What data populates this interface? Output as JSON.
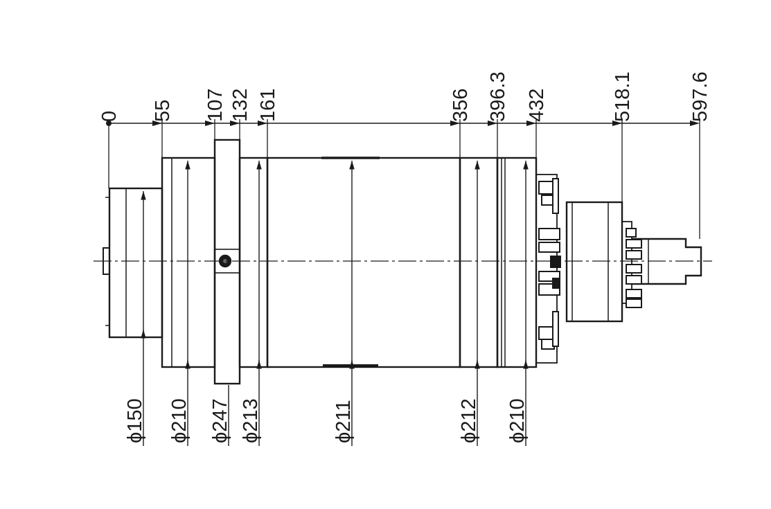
{
  "drawing": {
    "axial_dimensions": [
      "0",
      "55",
      "107",
      "132",
      "161",
      "356",
      "396.3",
      "432",
      "518.1",
      "597.6"
    ],
    "diameters": [
      "ϕ150",
      "ϕ210",
      "ϕ247",
      "ϕ213",
      "ϕ211",
      "ϕ212",
      "ϕ210"
    ],
    "colors": {
      "line": "#1a1a1a",
      "background": "#ffffff"
    }
  }
}
